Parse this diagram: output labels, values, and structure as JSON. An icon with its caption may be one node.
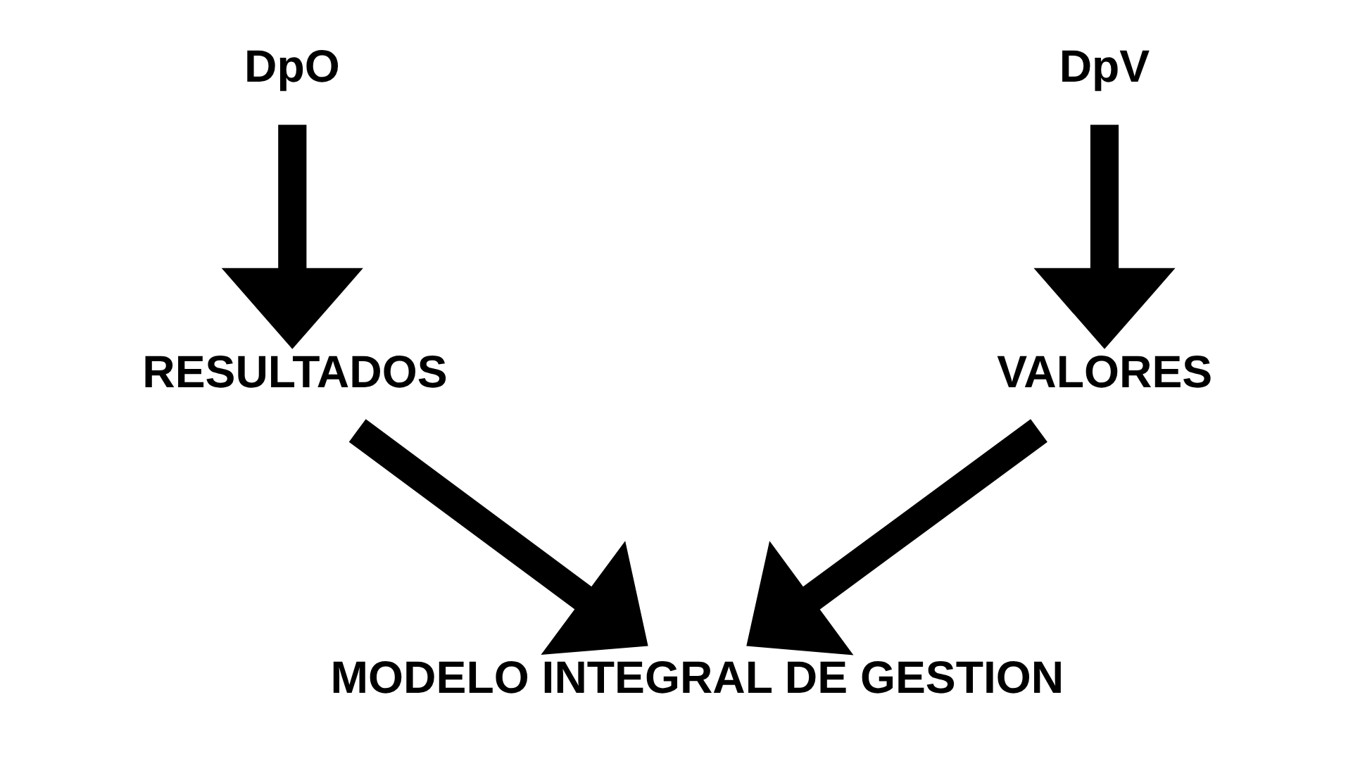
{
  "diagram": {
    "nodes": [
      {
        "text": [
          "DpO"
        ]
      },
      {
        "text": [
          "DpV"
        ]
      },
      {
        "text": [
          "RESULTADOS"
        ]
      },
      {
        "text": [
          "VALORES"
        ]
      },
      {
        "text": [
          "MODELO INTEGRAL DE GESTION"
        ]
      }
    ],
    "edges": [
      {
        "from": 0,
        "to": 2,
        "arrow": "to"
      },
      {
        "from": 1,
        "to": 3,
        "arrow": "to"
      },
      {
        "from": 2,
        "to": 4,
        "arrow": "to"
      },
      {
        "from": 3,
        "to": 4,
        "arrow": "to"
      }
    ]
  }
}
